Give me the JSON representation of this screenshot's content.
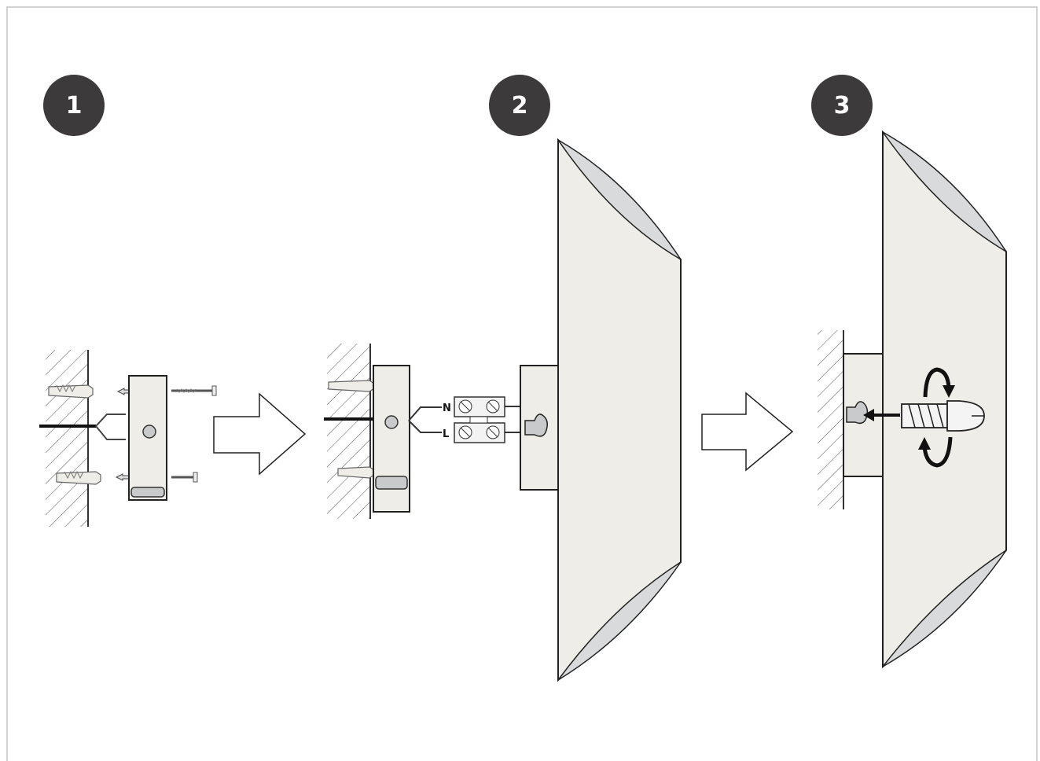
{
  "steps": [
    {
      "number": "1"
    },
    {
      "number": "2"
    },
    {
      "number": "3"
    }
  ],
  "terminal_labels": {
    "neutral": "N",
    "live": "L"
  },
  "colors": {
    "badge": "#3c3a3b",
    "fixture_fill": "#eeede7",
    "slot_fill": "#c8cacc",
    "line": "#1a1a1a",
    "frame_border": "#d2d2d2"
  }
}
